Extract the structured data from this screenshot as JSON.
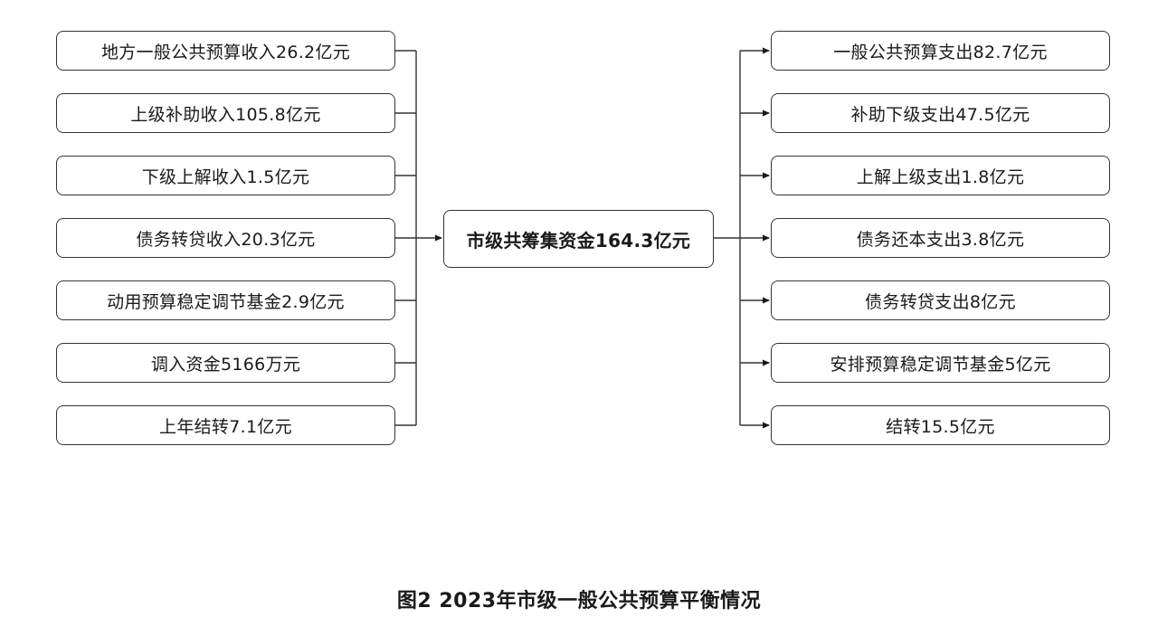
{
  "center": {
    "label": "市级共筹集资金164.3亿元"
  },
  "income_items": [
    {
      "label": "地方一般公共预算收入26.2亿元"
    },
    {
      "label": "上级补助收入105.8亿元"
    },
    {
      "label": "下级上解收入1.5亿元"
    },
    {
      "label": "债务转贷收入20.3亿元"
    },
    {
      "label": "动用预算稳定调节基金2.9亿元"
    },
    {
      "label": "调入资金5166万元"
    },
    {
      "label": "上年结转7.1亿元"
    }
  ],
  "expense_items": [
    {
      "label": "一般公共预算支出82.7亿元"
    },
    {
      "label": "补助下级支出47.5亿元"
    },
    {
      "label": "上解上级支出1.8亿元"
    },
    {
      "label": "债务还本支出3.8亿元"
    },
    {
      "label": "债务转贷支出8亿元"
    },
    {
      "label": "安排预算稳定调节基金5亿元"
    },
    {
      "label": "结转15.5亿元"
    }
  ],
  "caption": "图2  2023年市级一般公共预算平衡情况"
}
